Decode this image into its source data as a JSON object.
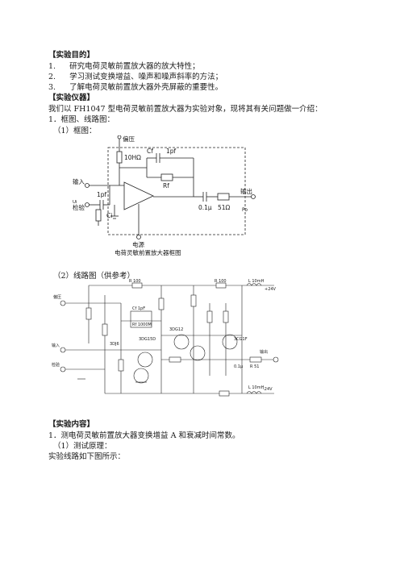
{
  "sections": {
    "purpose_title": "【实验目的】",
    "purpose_items": [
      {
        "num": "1.",
        "text": "研究电荷灵敏前置放大器的放大特性；"
      },
      {
        "num": "2.",
        "text": "学习测试变换增益、噪声和噪声斜率的方法；"
      },
      {
        "num": "3.",
        "text": "了解电荷灵敏前置放大器外壳屏蔽的重要性。"
      }
    ],
    "equipment_title": "【实验仪器】",
    "equipment_intro": "我们以 FH1047 型电荷灵敏前置放大器为实验对象，现将其有关问题做一介绍：",
    "item1": "1．框图、线路图：",
    "block_label": "（1）框图：",
    "circuit_label": "（2）线路图（供参考）",
    "content_title": "【实验内容】",
    "content_item1": "1．测电荷灵敏前置放大器变换增益 A  和衰减时间常数。",
    "principle_label": "（1）测试原理：",
    "principle_text": "实验线路如下图所示："
  },
  "block_diagram": {
    "bias_label": "偏压",
    "bias_resistor": "10HΩ",
    "cf_label": "Cf",
    "cf_value": "1pf",
    "rf_label": "Rf",
    "input_label": "输入",
    "test_label": "检验",
    "test_cap": "1pf",
    "ci_label": "Ci",
    "ui_label": "Ui",
    "out_cap": "0.1μ",
    "out_res": "51Ω",
    "output_label": "输出",
    "po_label": "Po",
    "power_label": "电源",
    "caption": "电荷灵敏前置放大器框图"
  },
  "circuit_diagram": {
    "labels": [
      "R 100",
      "R 100",
      "L 10mH",
      "+24V",
      "偏压",
      "3DG15D",
      "3DG12",
      "3CG1F",
      "输入",
      "检验",
      "输出",
      "3DJ6",
      "-24V",
      "L 10mH",
      "Cf 1pF",
      "Rf 1000M",
      "R 51",
      "0.1μ"
    ]
  }
}
